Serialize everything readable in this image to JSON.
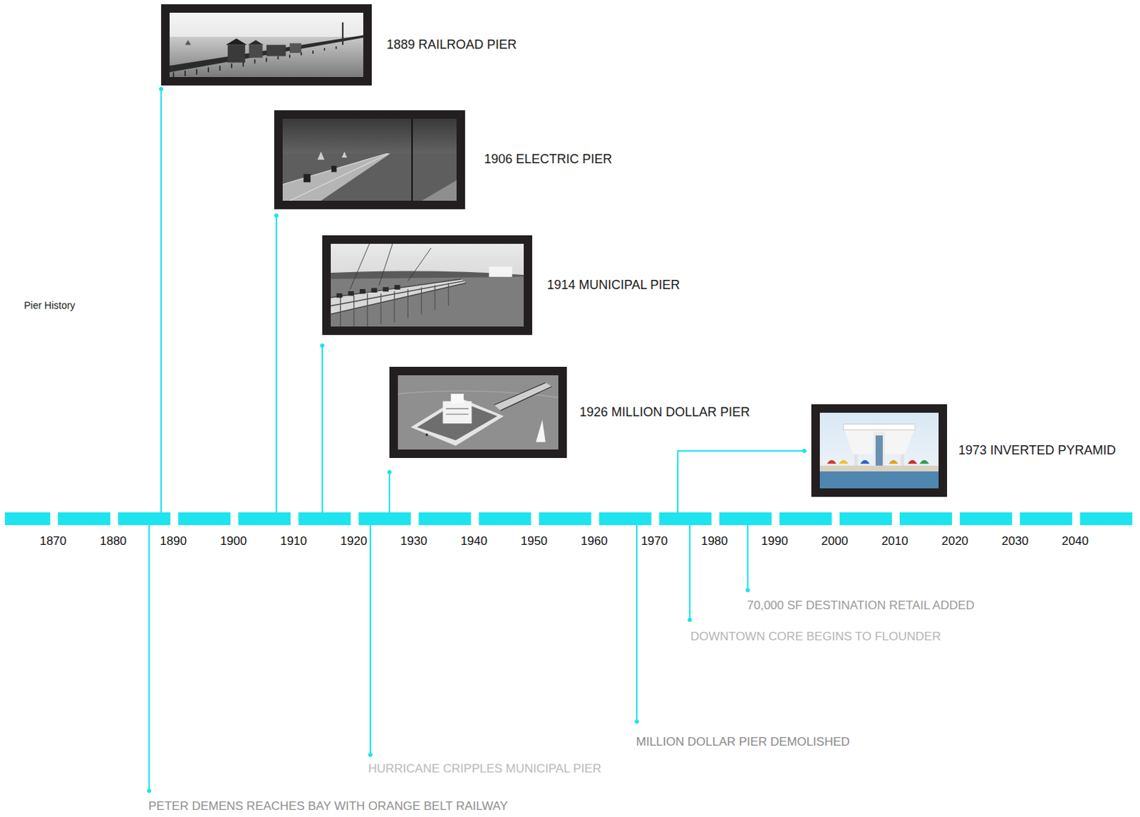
{
  "diagram": {
    "title": "Pier History",
    "nodes": [
      {
        "text": [
          "1889 RAILROAD PIER"
        ]
      },
      {
        "text": [
          "1906 ELECTRIC PIER"
        ]
      },
      {
        "text": [
          "1914 MUNICIPAL PIER"
        ]
      },
      {
        "text": [
          "1926 MILLION DOLLAR PIER"
        ]
      },
      {
        "text": [
          "1973 INVERTED PYRAMID"
        ]
      }
    ],
    "labels": [
      "1870",
      "1880",
      "1890",
      "1900",
      "1910",
      "1920",
      "1930",
      "1940",
      "1950",
      "1960",
      "1970",
      "1980",
      "1990",
      "2000",
      "2010",
      "2020",
      "2030",
      "2040",
      "70,000 SF DESTINATION RETAIL ADDED",
      "DOWNTOWN CORE BEGINS TO FLOUNDER",
      "MILLION DOLLAR PIER DEMOLISHED",
      "HURRICANE CRIPPLES MUNICIPAL PIER",
      "PETER DEMENS REACHES BAY WITH ORANGE BELT RAILWAY"
    ]
  }
}
